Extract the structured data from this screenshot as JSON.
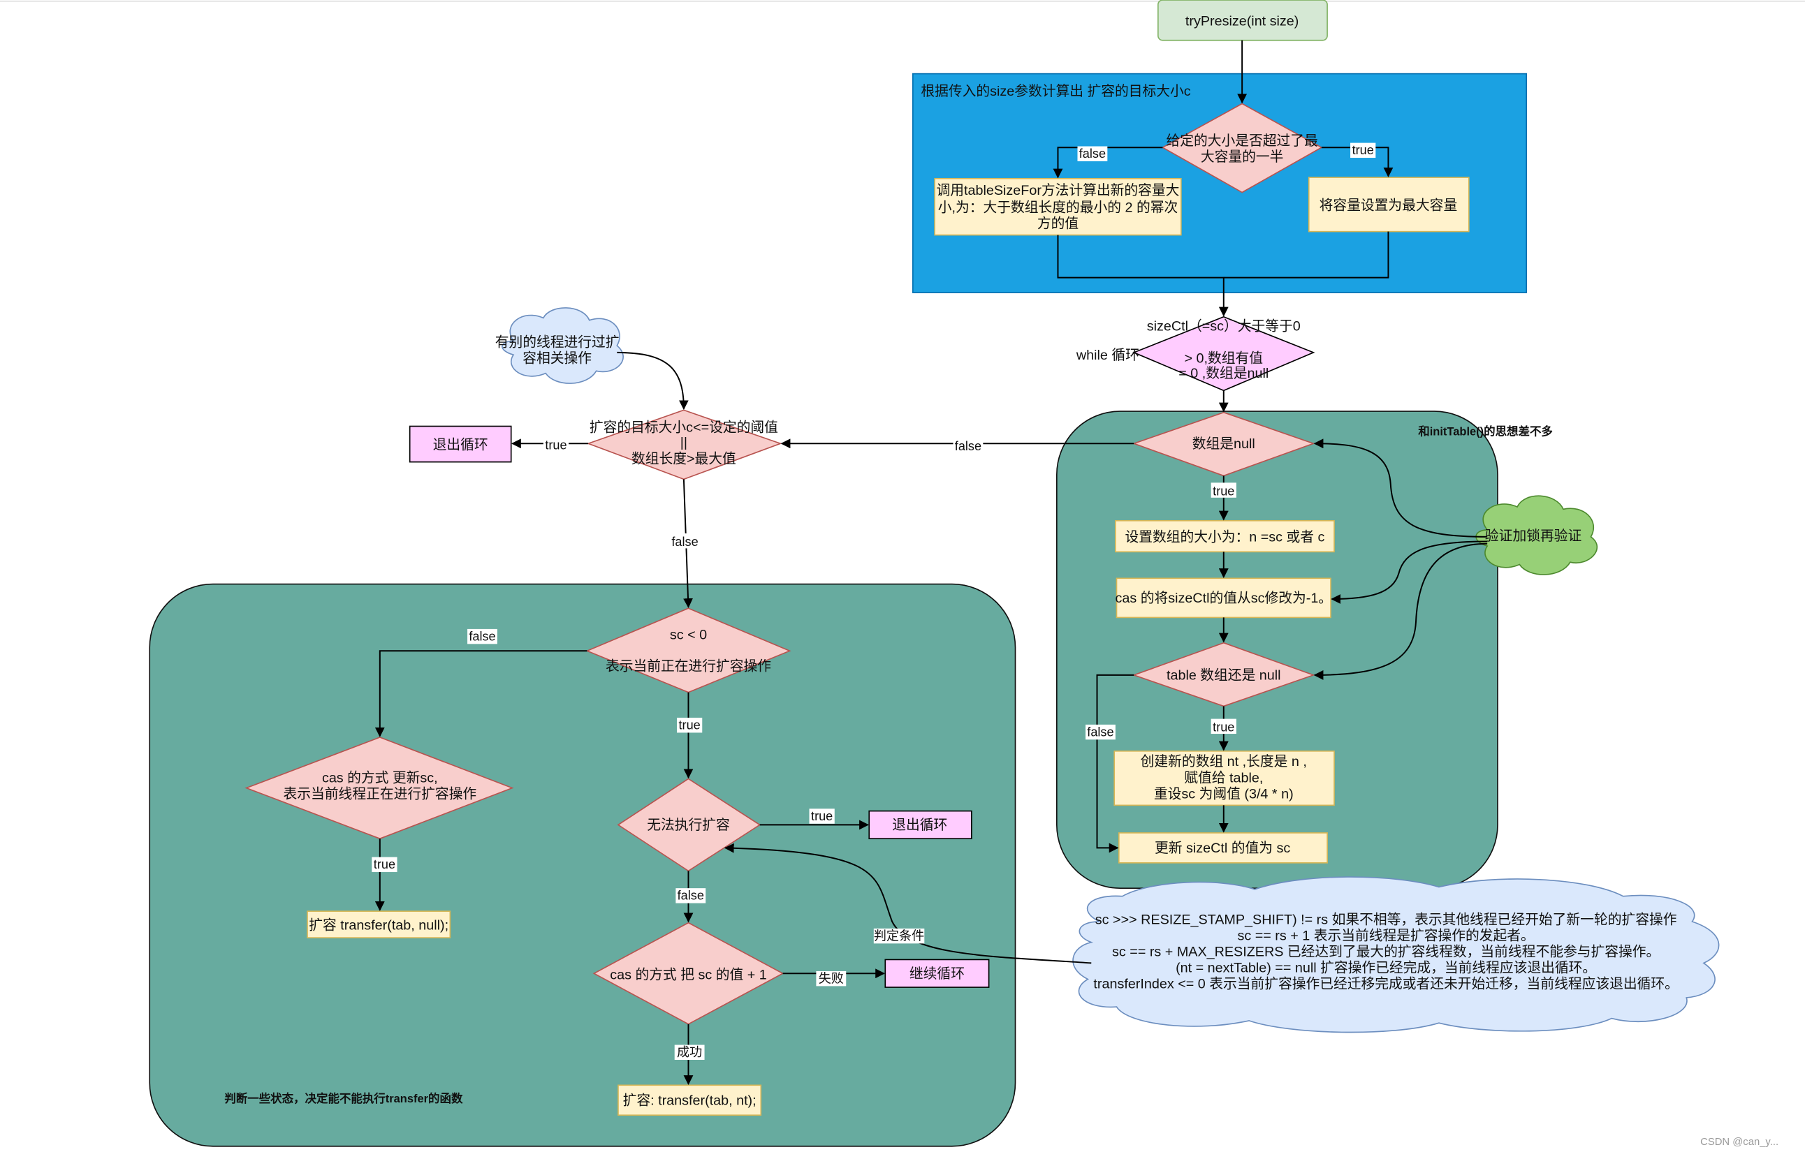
{
  "colors": {
    "panel_blue": "#1ba1e2",
    "panel_green": "#67ab9f",
    "process_fill": "#fff2cc",
    "process_stroke": "#d6b656",
    "decision_fill": "#f8cecc",
    "decision_stroke": "#b85450",
    "exit_fill": "#ffccff",
    "start_fill": "#d5e8d4",
    "start_stroke": "#82b366",
    "cloud_blue": "#dae8fc",
    "cloud_blue_stroke": "#6c8ebf",
    "cloud_green": "#97d077",
    "cloud_green_stroke": "#4d8a2e",
    "while_fill": "#ffccff"
  },
  "top": {
    "start": "tryPresize(int size)",
    "panel_title": "根据传入的size参数计算出  扩容的目标大小c",
    "max_half_check": [
      "给定的大小是否超过了最",
      "大容量的一半"
    ],
    "compute_size": [
      "调用tableSizeFor方法计算出新的容量大",
      "小,为：大于数组长度的最小的 2 的幂次",
      "方的值"
    ],
    "set_max": "将容量设置为最大容量",
    "lbl_false": "false",
    "lbl_true": "true"
  },
  "while_loop": {
    "label": "while 循环",
    "condition": [
      "sizeCtl（=sc）大于等于0",
      "> 0,数组有值",
      "= 0 ,数组是null"
    ]
  },
  "init": {
    "note": "和initTable()的思想差不多",
    "array_null": "数组是null",
    "lbl_true": "true",
    "lbl_false": "false",
    "set_size": "设置数组的大小为：n  =sc 或者 c",
    "cas_size_ctl": "cas 的将sizeCtl的值从sc修改为-1。",
    "table_null": "table 数组还是 null",
    "table_true": "true",
    "table_false": "false",
    "create_array": [
      "创建新的数组 nt ,长度是 n ,",
      "赋值给 table,",
      "重设sc 为阈值 (3/4 * n)"
    ],
    "update_size_ctl": "更新 sizeCtl 的值为 sc",
    "verify_cloud": "验证加锁再验证"
  },
  "threshold": {
    "cloud": [
      "有别的线程进行过扩",
      "容相关操作"
    ],
    "condition": [
      "扩容的目标大小c<=设定的阈值",
      "||",
      "数组长度>最大值"
    ],
    "exit": "退出循环",
    "lbl_true": "true",
    "lbl_false": "false"
  },
  "resize": {
    "note": "判断一些状态，决定能不能执行transfer的函数",
    "sc_lt_zero": [
      "sc  <  0",
      "表示当前正在进行扩容操作"
    ],
    "lbl_false": "false",
    "lbl_true": "true",
    "cas_update": [
      "cas  的方式 更新sc,",
      "表示当前线程正在进行扩容操作"
    ],
    "cas_true": "true",
    "transfer_null": "扩容 transfer(tab, null);",
    "cannot_expand": "无法执行扩容",
    "cannot_true": "true",
    "exit": "退出循环",
    "cannot_false": "false",
    "judge_label": "判定条件",
    "cas_plus_one": "cas  的方式 把 sc 的值 +  1",
    "fail_label": "失败",
    "continue": "继续循环",
    "success_label": "成功",
    "transfer_nt": "扩容: transfer(tab, nt);"
  },
  "conditions_cloud": [
    "sc >>> RESIZE_STAMP_SHIFT) != rs 如果不相等，表示其他线程已经开始了新一轮的扩容操作",
    "sc == rs + 1 表示当前线程是扩容操作的发起者。",
    "sc == rs + MAX_RESIZERS  已经达到了最大的扩容线程数，当前线程不能参与扩容操作。",
    "(nt = nextTable) == null  扩容操作已经完成，当前线程应该退出循环。",
    "transferIndex <= 0  表示当前扩容操作已经迁移完成或者还未开始迁移，当前线程应该退出循环。"
  ],
  "watermark": "CSDN @can_y..."
}
